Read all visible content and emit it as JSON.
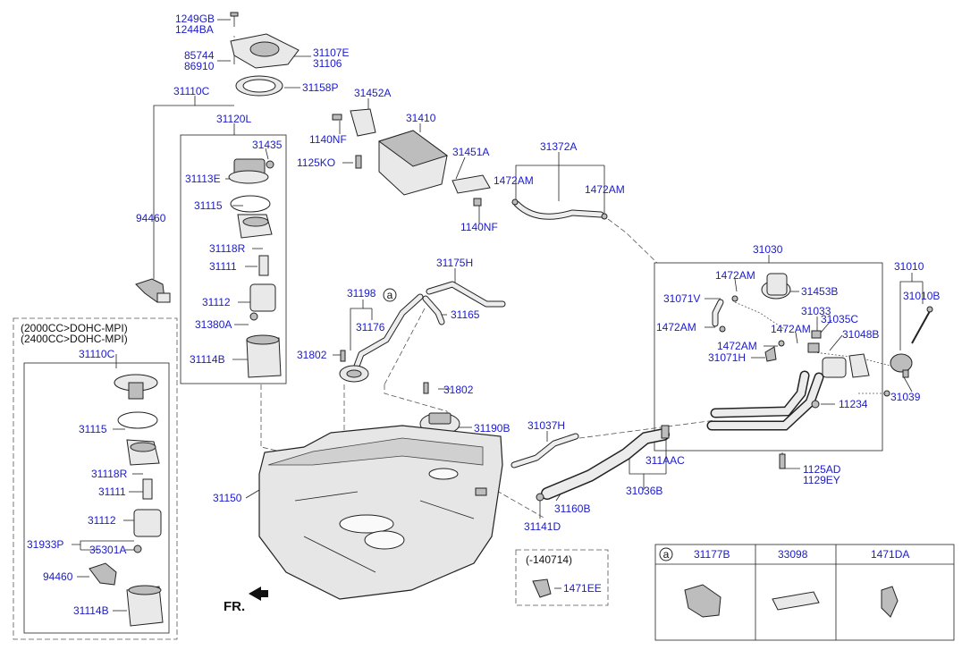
{
  "labels": {
    "p1249GB": "1249GB",
    "p1244BA": "1244BA",
    "p85744": "85744",
    "p86910": "86910",
    "p31107E": "31107E",
    "p31106": "31106",
    "p31158P": "31158P",
    "p31110C_main": "31110C",
    "p31120L": "31120L",
    "p31435": "31435",
    "p31113E": "31113E",
    "p31115_main": "31115",
    "p31118R_main": "31118R",
    "p31111_main": "31111",
    "p31112_main": "31112",
    "p31380A": "31380A",
    "p31114B_main": "31114B",
    "p94460_main": "94460",
    "p31452A": "31452A",
    "p31410": "31410",
    "p1140NF_a": "1140NF",
    "p1125KO": "1125KO",
    "p31451A": "31451A",
    "p1140NF_b": "1140NF",
    "p31372A": "31372A",
    "p1472AM_a": "1472AM",
    "p1472AM_b": "1472AM",
    "p31175H": "31175H",
    "p31198": "31198",
    "p31176": "31176",
    "p31165": "31165",
    "p31802_a": "31802",
    "p31802_b": "31802",
    "p31190B": "31190B",
    "p31030": "31030",
    "p1472AM_c": "1472AM",
    "p31453B": "31453B",
    "p31071V": "31071V",
    "p31033": "31033",
    "p31035C": "31035C",
    "p1472AM_d": "1472AM",
    "p1472AM_e": "1472AM",
    "p1472AM_f": "1472AM",
    "p31048B": "31048B",
    "p31071H": "31071H",
    "p31010": "31010",
    "p31010B": "31010B",
    "p31039": "31039",
    "p11234": "11234",
    "p31037H": "31037H",
    "p311AAC": "311AAC",
    "p31036B": "31036B",
    "p31160B": "31160B",
    "p31141D": "31141D",
    "p1125AD": "1125AD",
    "p1129EY": "1129EY",
    "p31150": "31150",
    "p31110C_var": "31110C",
    "p31115_var": "31115",
    "p31118R_var": "31118R",
    "p31111_var": "31111",
    "p31112_var": "31112",
    "p31933P": "31933P",
    "p35301A": "35301A",
    "p94460_var": "94460",
    "p31114B_var": "31114B",
    "p1471EE": "1471EE"
  },
  "callout_a": "a",
  "variant_box": {
    "line1": "(2000CC>DOHC-MPI)",
    "line2": "(2400CC>DOHC-MPI)"
  },
  "date_box": {
    "note": "(-140714)"
  },
  "legend_table": {
    "key": "a",
    "col1": "31177B",
    "col2": "33098",
    "col3": "1471DA"
  },
  "front_marker": "FR."
}
